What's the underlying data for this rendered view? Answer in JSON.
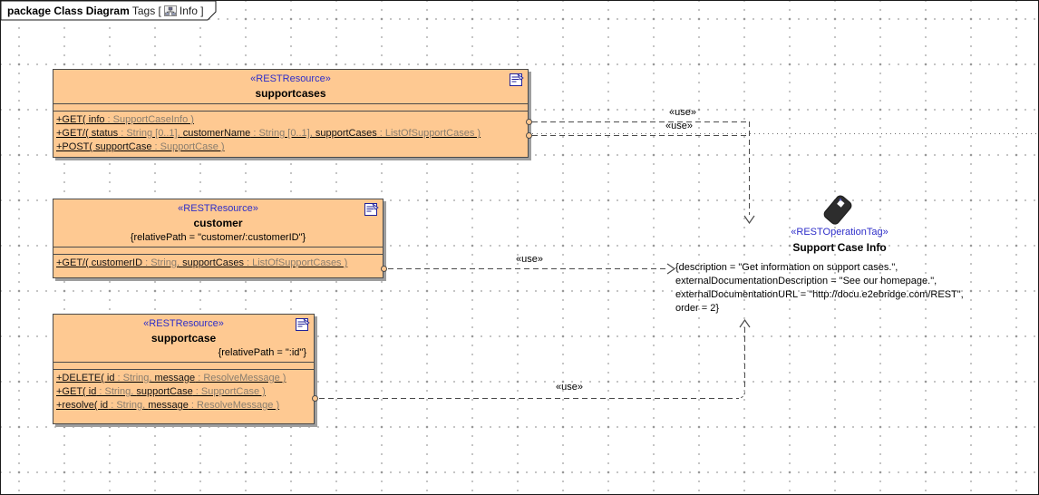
{
  "frame": {
    "header_bold": "package Class Diagram",
    "header_mid": "Tags [",
    "header_end": "Info ]",
    "diagram_icon": "diagram-icon"
  },
  "colors": {
    "class_fill": "#fec992",
    "stereotype_blue": "#2e2ec9",
    "type_muted": "#8a7e6e",
    "line": "#4a4a4a"
  },
  "classes": [
    {
      "stereotype": "«RESTResource»",
      "name": "supportcases",
      "tagged_value": "",
      "operations": [
        [
          {
            "t": "+GET( info",
            "k": "name"
          },
          {
            "t": " : SupportCaseInfo )",
            "k": "type"
          }
        ],
        [
          {
            "t": "+GET/( status",
            "k": "name"
          },
          {
            "t": " : String [0..1], ",
            "k": "type"
          },
          {
            "t": "customerName",
            "k": "name"
          },
          {
            "t": " : String [0..1], ",
            "k": "type"
          },
          {
            "t": "supportCases",
            "k": "name"
          },
          {
            "t": " : ListOfSupportCases )",
            "k": "type"
          }
        ],
        [
          {
            "t": "+POST( supportCase",
            "k": "name"
          },
          {
            "t": " : SupportCase )",
            "k": "type"
          }
        ]
      ]
    },
    {
      "stereotype": "«RESTResource»",
      "name": "customer",
      "tagged_value": "{relativePath = \"customer/:customerID\"}",
      "operations": [
        [
          {
            "t": "+GET/( customerID",
            "k": "name"
          },
          {
            "t": " : String, ",
            "k": "type"
          },
          {
            "t": "supportCases",
            "k": "name"
          },
          {
            "t": " : ListOfSupportCases )",
            "k": "type"
          }
        ]
      ]
    },
    {
      "stereotype": "«RESTResource»",
      "name": "supportcase",
      "tagged_value": "{relativePath = \":id\"}",
      "operations": [
        [
          {
            "t": "+DELETE( id",
            "k": "name"
          },
          {
            "t": " : String, ",
            "k": "type"
          },
          {
            "t": "message",
            "k": "name"
          },
          {
            "t": " : ResolveMessage )",
            "k": "type"
          }
        ],
        [
          {
            "t": "+GET( id",
            "k": "name"
          },
          {
            "t": " : String, ",
            "k": "type"
          },
          {
            "t": "supportCase",
            "k": "name"
          },
          {
            "t": " : SupportCase )",
            "k": "type"
          }
        ],
        [
          {
            "t": "+resolve( id",
            "k": "name"
          },
          {
            "t": " : String, ",
            "k": "type"
          },
          {
            "t": "message",
            "k": "name"
          },
          {
            "t": " : ResolveMessage )",
            "k": "type"
          }
        ]
      ]
    }
  ],
  "connectors": {
    "use_labels": [
      "«use»",
      "«use»",
      "«use»",
      "«use»"
    ]
  },
  "tag": {
    "stereotype": "«RESTOperationTag»",
    "name": "Support Case Info",
    "properties": [
      "{description = \"Get information on support cases.\",",
      "externalDocumentationDescription = \"See our homepage.\",",
      "externalDocumentationURL = \"http://docu.e2ebridge.com/REST\",",
      "order = 2}"
    ]
  }
}
